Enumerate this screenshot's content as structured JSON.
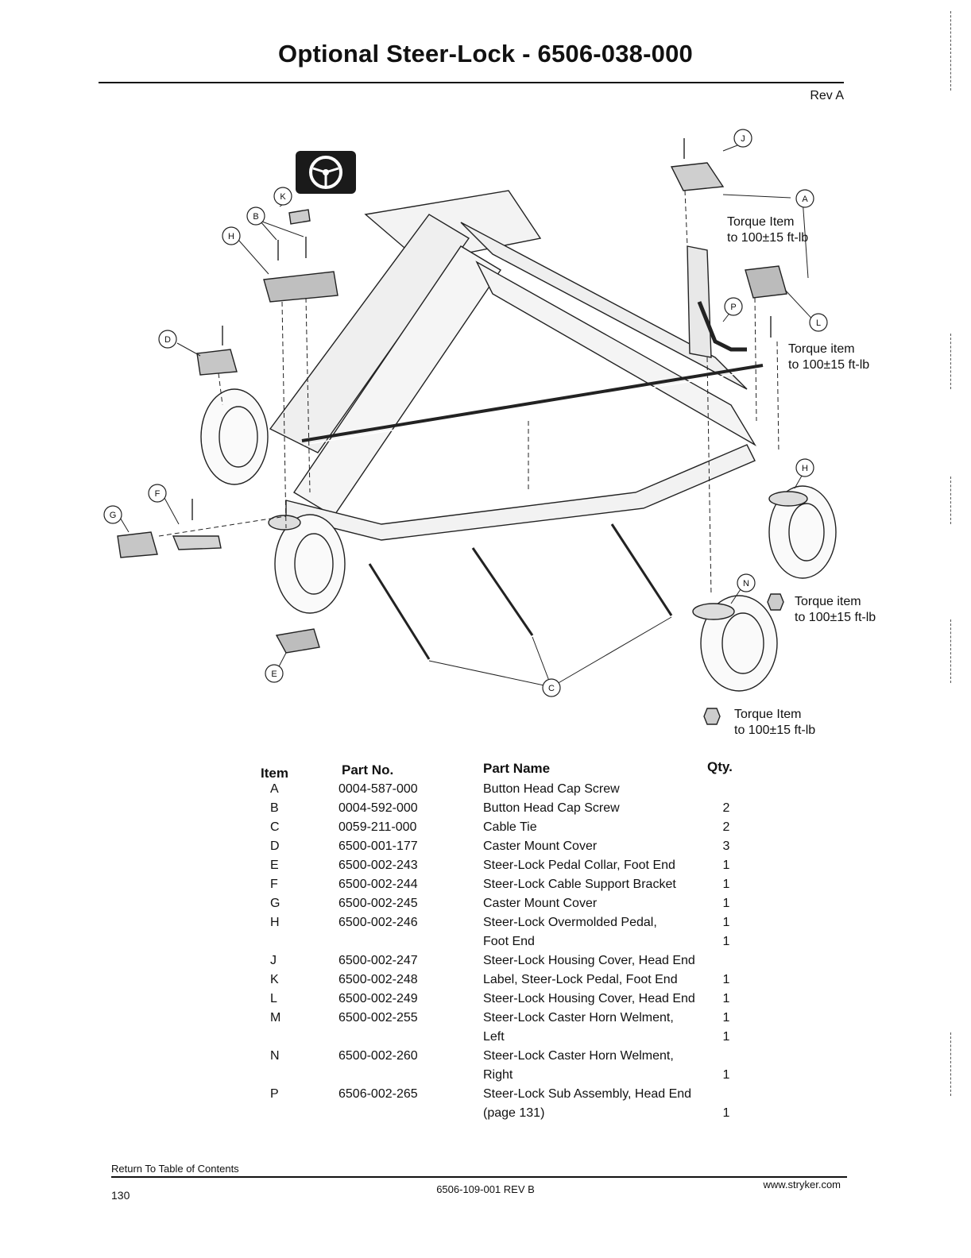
{
  "header": {
    "title": "Optional Steer-Lock - 6506-038-000",
    "revision": "Rev A"
  },
  "diagram": {
    "callouts": [
      "A",
      "B",
      "C",
      "D",
      "E",
      "F",
      "G",
      "H",
      "J",
      "K",
      "L",
      "N",
      "P",
      "H"
    ],
    "torque_notes": [
      [
        "Torque Item",
        "to 100±15 ft-lb"
      ],
      [
        "Torque item",
        "to 100±15 ft-lb"
      ],
      [
        "Torque item",
        "to 100±15 ft-lb"
      ],
      [
        "Torque Item",
        "to 100±15 ft-lb"
      ]
    ],
    "icon": "steering-wheel-icon"
  },
  "parts_table": {
    "headers": {
      "item": "Item",
      "part_no": "Part No.",
      "part_name": "Part Name",
      "qty": "Qty."
    },
    "rows": [
      {
        "item": "A",
        "part_no": "0004-587-000",
        "name_lines": [
          "Button Head Cap Screw"
        ],
        "qty": "2"
      },
      {
        "item": "B",
        "part_no": "0004-592-000",
        "name_lines": [
          "Button Head Cap Screw"
        ],
        "qty": "2"
      },
      {
        "item": "C",
        "part_no": "0059-211-000",
        "name_lines": [
          "Cable Tie"
        ],
        "qty": "3"
      },
      {
        "item": "D",
        "part_no": "6500-001-177",
        "name_lines": [
          "Caster Mount Cover"
        ],
        "qty": "1"
      },
      {
        "item": "E",
        "part_no": "6500-002-243",
        "name_lines": [
          "Steer-Lock Pedal Collar, Foot End"
        ],
        "qty": "1"
      },
      {
        "item": "F",
        "part_no": "6500-002-244",
        "name_lines": [
          "Steer-Lock Cable Support Bracket"
        ],
        "qty": "1"
      },
      {
        "item": "G",
        "part_no": "6500-002-245",
        "name_lines": [
          "Caster Mount Cover"
        ],
        "qty": "1"
      },
      {
        "item": "H",
        "part_no": "6500-002-246",
        "name_lines": [
          "Steer-Lock Overmolded Pedal,",
          "Foot End"
        ],
        "qty": "1"
      },
      {
        "item": "J",
        "part_no": "6500-002-247",
        "name_lines": [
          "Steer-Lock Housing Cover, Head End"
        ],
        "qty": "1"
      },
      {
        "item": "K",
        "part_no": "6500-002-248",
        "name_lines": [
          "Label, Steer-Lock Pedal, Foot End"
        ],
        "qty": "1"
      },
      {
        "item": "L",
        "part_no": "6500-002-249",
        "name_lines": [
          "Steer-Lock Housing Cover, Head End"
        ],
        "qty": "1"
      },
      {
        "item": "M",
        "part_no": "6500-002-255",
        "name_lines": [
          "Steer-Lock Caster Horn Welment,",
          "Left"
        ],
        "qty": "1"
      },
      {
        "item": "N",
        "part_no": "6500-002-260",
        "name_lines": [
          "Steer-Lock Caster Horn Welment,",
          "Right"
        ],
        "qty": "1"
      },
      {
        "item": "P",
        "part_no": "6506-002-265",
        "name_lines": [
          "Steer-Lock Sub Assembly, Head End",
          "(page 131)"
        ],
        "qty": "1"
      }
    ]
  },
  "footer": {
    "link": "Return To Table of Contents",
    "page_number": "130",
    "doc_number": "6506-109-001 REV B",
    "website": "www.stryker.com"
  }
}
